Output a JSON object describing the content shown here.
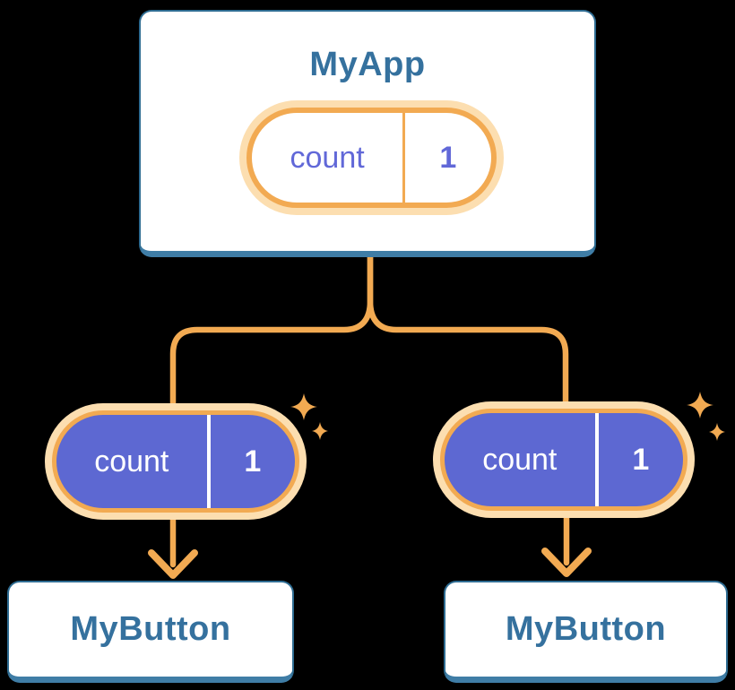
{
  "diagram": {
    "root": {
      "title": "MyApp",
      "state": {
        "label": "count",
        "value": "1"
      }
    },
    "children": [
      {
        "pill": {
          "label": "count",
          "value": "1"
        },
        "title": "MyButton"
      },
      {
        "pill": {
          "label": "count",
          "value": "1"
        },
        "title": "MyButton"
      }
    ]
  },
  "colors": {
    "background": "#000000",
    "card_fill": "#ffffff",
    "card_border": "#2e6c92",
    "card_bottom_edge": "#3f7da6",
    "component_text": "#35719e",
    "connector_orange": "#f2aa52",
    "glow_orange_pale": "#fcdeb0",
    "state_purple": "#5d68d2",
    "state_text_purple": "#6168d8",
    "pill_text_white": "#ffffff"
  }
}
